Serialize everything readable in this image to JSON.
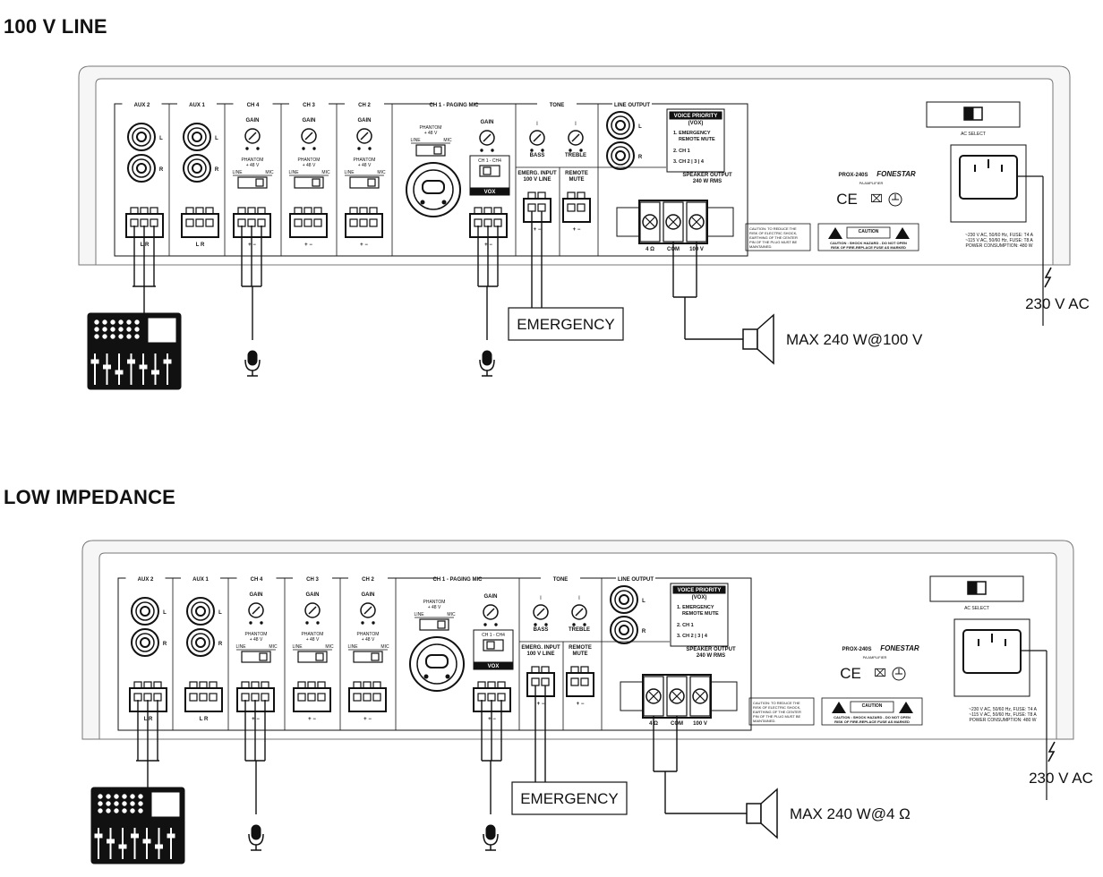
{
  "diagrams": [
    {
      "title": "100 V LINE",
      "speaker_label": "MAX 240 W@100 V",
      "power_label": "230 V AC",
      "emergency_label": "EMERGENCY"
    },
    {
      "title": "LOW IMPEDANCE",
      "speaker_label": "MAX 240 W@4 Ω",
      "power_label": "230 V AC",
      "emergency_label": "EMERGENCY"
    }
  ],
  "panel": {
    "sections": {
      "aux2": "AUX 2",
      "aux1": "AUX 1",
      "ch4": "CH 4",
      "ch3": "CH 3",
      "ch2": "CH 2",
      "ch1": "CH 1 - PAGING MIC",
      "tone": "TONE",
      "line_output": "LINE OUTPUT"
    },
    "gain": "GAIN",
    "phantom": "PHANTOM",
    "phantom_v": "+ 48 V",
    "line": "LINE",
    "mic": "MIC",
    "ch_range": "CH 1 - CH4",
    "vox": "VOX",
    "bass": "BASS",
    "treble": "TREBLE",
    "l": "L",
    "r": "R",
    "voice_priority": "VOICE PRIORITY",
    "vox_paren": "(VOX)",
    "vp_1a": "1. EMERGENCY",
    "vp_1b": "REMOTE MUTE",
    "vp_2": "2. CH 1",
    "vp_3": "3. CH 2 | 3 | 4",
    "emerg_input": "EMERG. INPUT",
    "v100_line": "100 V LINE",
    "remote": "REMOTE",
    "mute": "MUTE",
    "speaker_output": "SPEAKER OUTPUT",
    "w_rms": "240 W RMS",
    "ohm4": "4 Ω",
    "com": "COM",
    "v100": "100 V",
    "caution_lines": [
      "CAUTION: TO REDUCE THE",
      "RISK OF ELECTRIC SHOCK,",
      "EARTHING OF THE CENTER",
      "PIN OF THE PLUG MUST BE",
      "MAINTAINED."
    ],
    "caution_box": "CAUTION",
    "shock_1": "CAUTION : SHOCK HAZARD - DO NOT OPEN",
    "shock_2": "RISK OF FIRE-REPLACE FUSE AS MARKED",
    "model": "PROX-240S",
    "brand": "FONESTAR",
    "pa_amplifier": "PA AMPLIFIER",
    "ce": "CE",
    "ac_select": "AC SELECT",
    "spec_1": "~230 V AC, 50/60 Hz, FUSE: T4 A",
    "spec_2": "~115 V AC, 50/60 Hz, FUSE: T8 A",
    "spec_3": "POWER CONSUMPTION: 480 W",
    "term_pm": "+ −",
    "term_lr": "L   R"
  }
}
